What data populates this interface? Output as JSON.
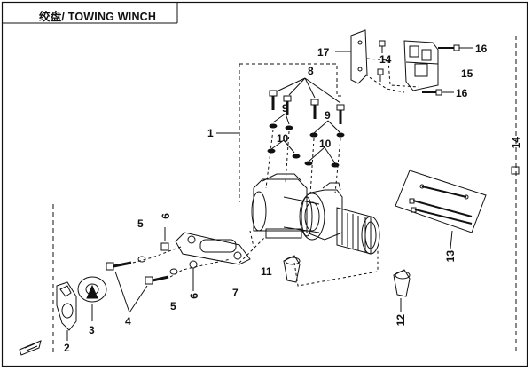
{
  "title": "绞盘/ TOWING WINCH",
  "callouts": {
    "c1": "1",
    "c2": "2",
    "c3": "3",
    "c4": "4",
    "c5a": "5",
    "c5b": "5",
    "c6a": "6",
    "c6b": "6",
    "c7": "7",
    "c8": "8",
    "c9a": "9",
    "c9b": "9",
    "c10a": "10",
    "c10b": "10",
    "c11": "11",
    "c12": "12",
    "c13": "13",
    "c14a": "14",
    "c14b": "14",
    "c15": "15",
    "c16a": "16",
    "c16b": "16",
    "c17": "17"
  },
  "colors": {
    "line": "#111111",
    "background": "#ffffff"
  },
  "icons": [
    "front-arrow-icon"
  ]
}
